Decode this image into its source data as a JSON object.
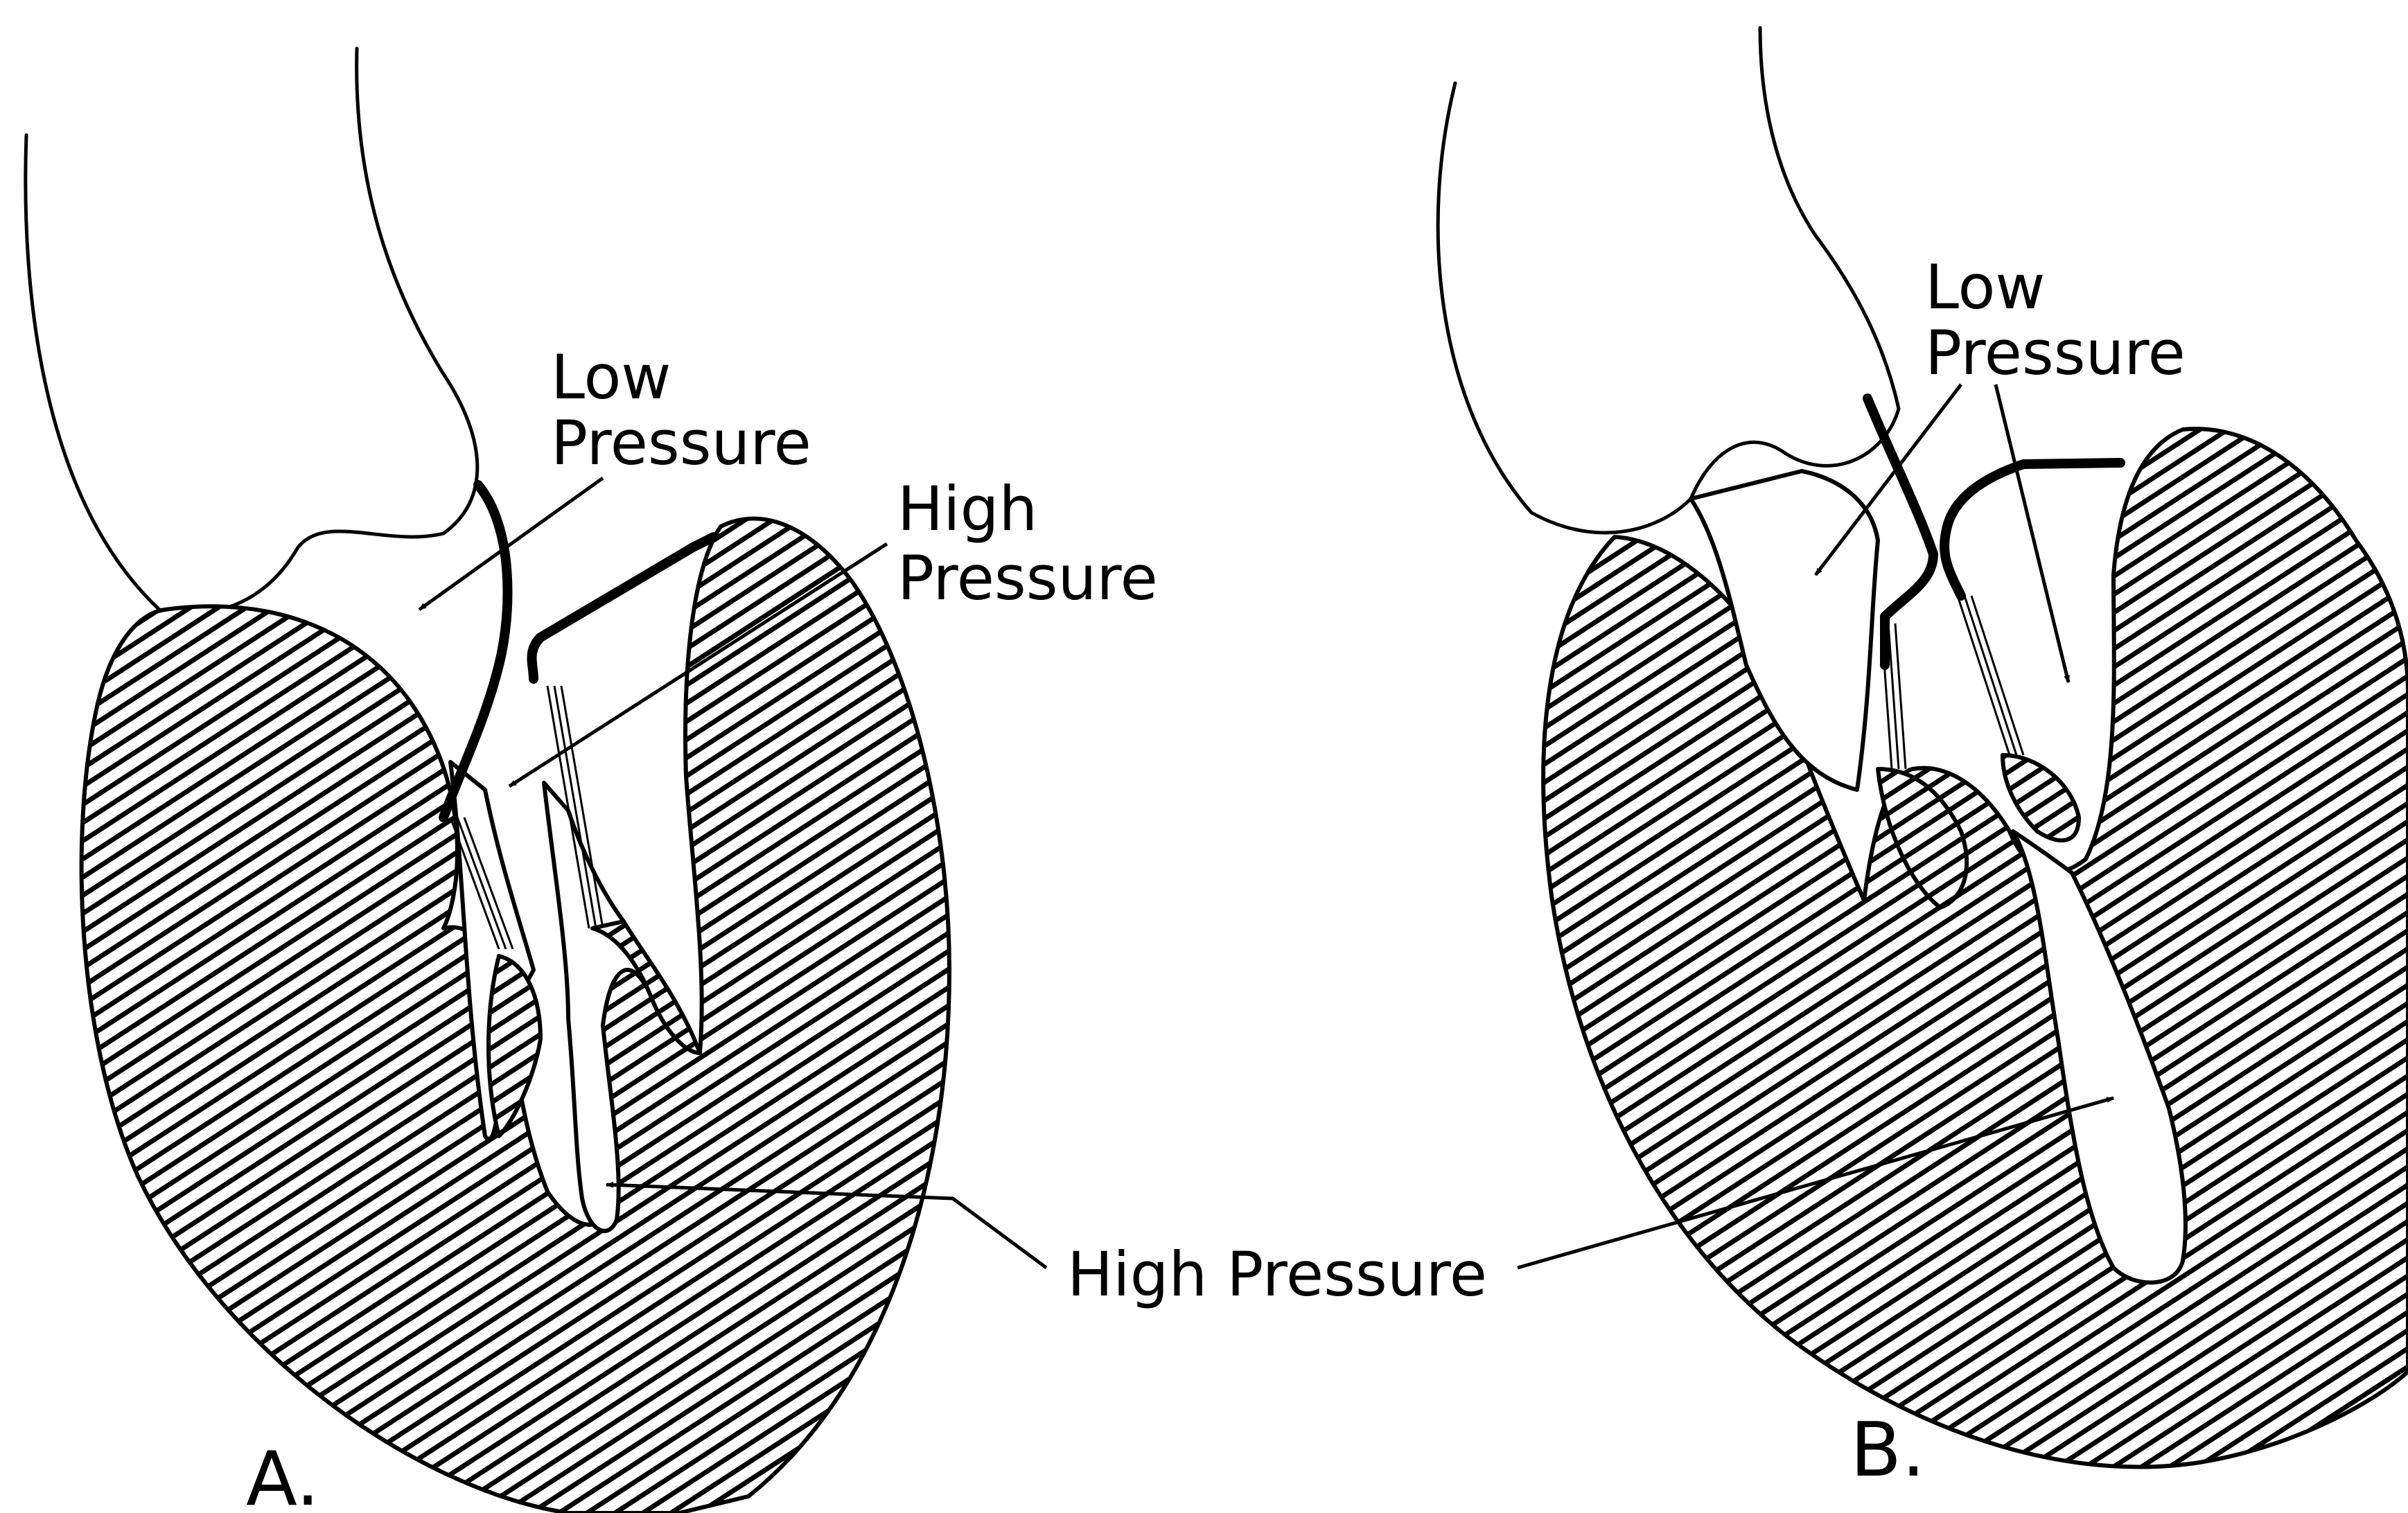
{
  "panels": [
    {
      "panel_label": "A.",
      "low_pressure_label": [
        "Low",
        "Pressure"
      ],
      "high_pressure_label": [
        "High",
        "Pressure"
      ]
    },
    {
      "panel_label": "B.",
      "low_pressure_label": [
        "Low",
        "Pressure"
      ]
    }
  ],
  "shared_label": "High Pressure",
  "colors": {
    "ink": "#000000",
    "background": "#ffffff"
  }
}
